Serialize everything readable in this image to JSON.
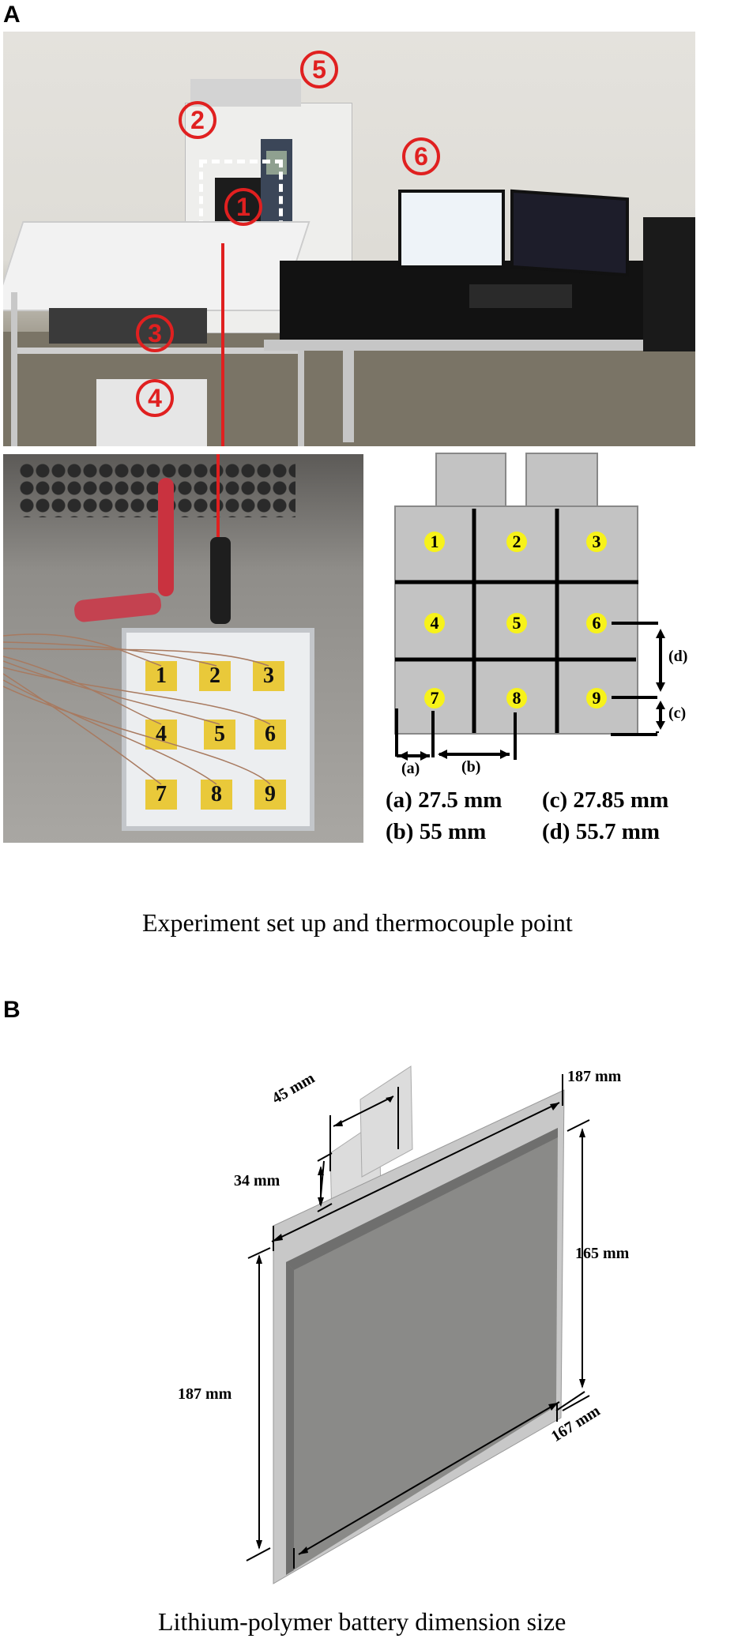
{
  "figure": {
    "panel_a": {
      "letter": "A",
      "markers": [
        "1",
        "2",
        "3",
        "4",
        "5",
        "6"
      ],
      "caption": "Experiment set up and thermocouple point",
      "thermocouple_points_photo": [
        "1",
        "2",
        "3",
        "4",
        "5",
        "6",
        "7",
        "8",
        "9"
      ],
      "grid_diagram": {
        "points": [
          "1",
          "2",
          "3",
          "4",
          "5",
          "6",
          "7",
          "8",
          "9"
        ],
        "dim_labels": {
          "a": "(a)",
          "b": "(b)",
          "c": "(c)",
          "d": "(d)"
        },
        "legend": {
          "a": "(a) 27.5 mm",
          "b": "(b) 55 mm",
          "c": "(c) 27.85 mm",
          "d": "(d) 55.7 mm"
        }
      },
      "colors": {
        "marker_red": "#e02020",
        "dot_yellow": "#f7f21a",
        "cell_gray": "#c3c3c3"
      }
    },
    "panel_b": {
      "letter": "B",
      "caption": "Lithium-polymer battery dimension size",
      "dimensions": {
        "tab_width": "45 mm",
        "tab_height": "34 mm",
        "top_width": "187 mm",
        "inner_height": "165 mm",
        "outer_height": "187 mm",
        "bottom_width": "167 mm"
      },
      "colors": {
        "body_gray": "#8a8a88",
        "frame_gray": "#c8c8c8",
        "tab_gray": "#dcdcdc"
      }
    }
  }
}
